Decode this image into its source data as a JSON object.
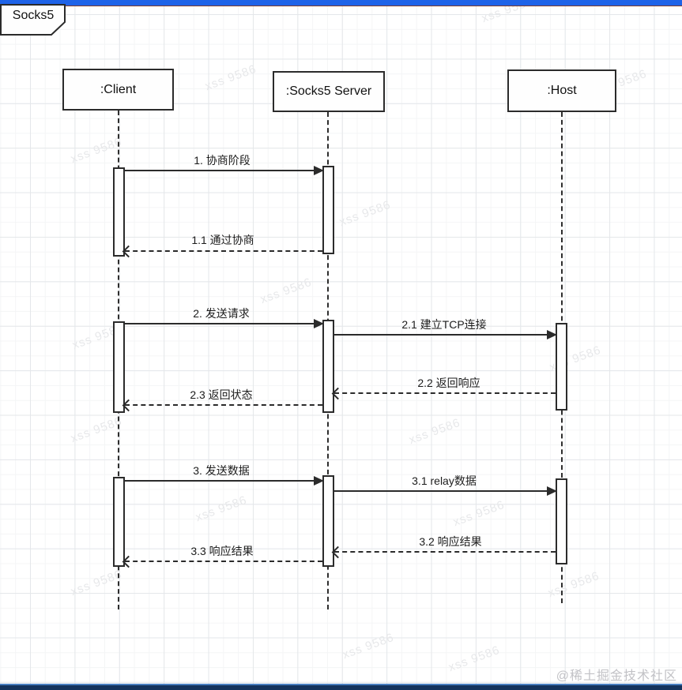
{
  "diagram": {
    "title": "Socks5",
    "kind": "sequence"
  },
  "actors": [
    {
      "id": "client",
      "label": ":Client"
    },
    {
      "id": "socks5-server",
      "label": ":Socks5 Server"
    },
    {
      "id": "host",
      "label": ":Host"
    }
  ],
  "messages": [
    {
      "id": "1",
      "label": "1. 协商阶段",
      "from": ":Client",
      "to": ":Socks5 Server",
      "line": "solid"
    },
    {
      "id": "1.1",
      "label": "1.1 通过协商",
      "from": ":Socks5 Server",
      "to": ":Client",
      "line": "dashed"
    },
    {
      "id": "2",
      "label": "2. 发送请求",
      "from": ":Client",
      "to": ":Socks5 Server",
      "line": "solid"
    },
    {
      "id": "2.1",
      "label": "2.1 建立TCP连接",
      "from": ":Socks5 Server",
      "to": ":Host",
      "line": "solid"
    },
    {
      "id": "2.2",
      "label": "2.2 返回响应",
      "from": ":Host",
      "to": ":Socks5 Server",
      "line": "dashed"
    },
    {
      "id": "2.3",
      "label": "2.3 返回状态",
      "from": ":Socks5 Server",
      "to": ":Client",
      "line": "dashed"
    },
    {
      "id": "3",
      "label": "3. 发送数据",
      "from": ":Client",
      "to": ":Socks5 Server",
      "line": "solid"
    },
    {
      "id": "3.1",
      "label": "3.1 relay数据",
      "from": ":Socks5 Server",
      "to": ":Host",
      "line": "solid"
    },
    {
      "id": "3.2",
      "label": "3.2 响应结果",
      "from": ":Host",
      "to": ":Socks5 Server",
      "line": "dashed"
    },
    {
      "id": "3.3",
      "label": "3.3 响应结果",
      "from": ":Socks5 Server",
      "to": ":Client",
      "line": "dashed"
    }
  ],
  "watermark": {
    "tile_text": "xss 9586",
    "credit": "@稀土掘金技术社区"
  },
  "colors": {
    "top_bar": "#1e63e8",
    "bottom_bar": "#14335c",
    "line": "#2b2b2b",
    "grid_major": "#e4e7ea",
    "grid_minor": "#f4f5f6"
  }
}
